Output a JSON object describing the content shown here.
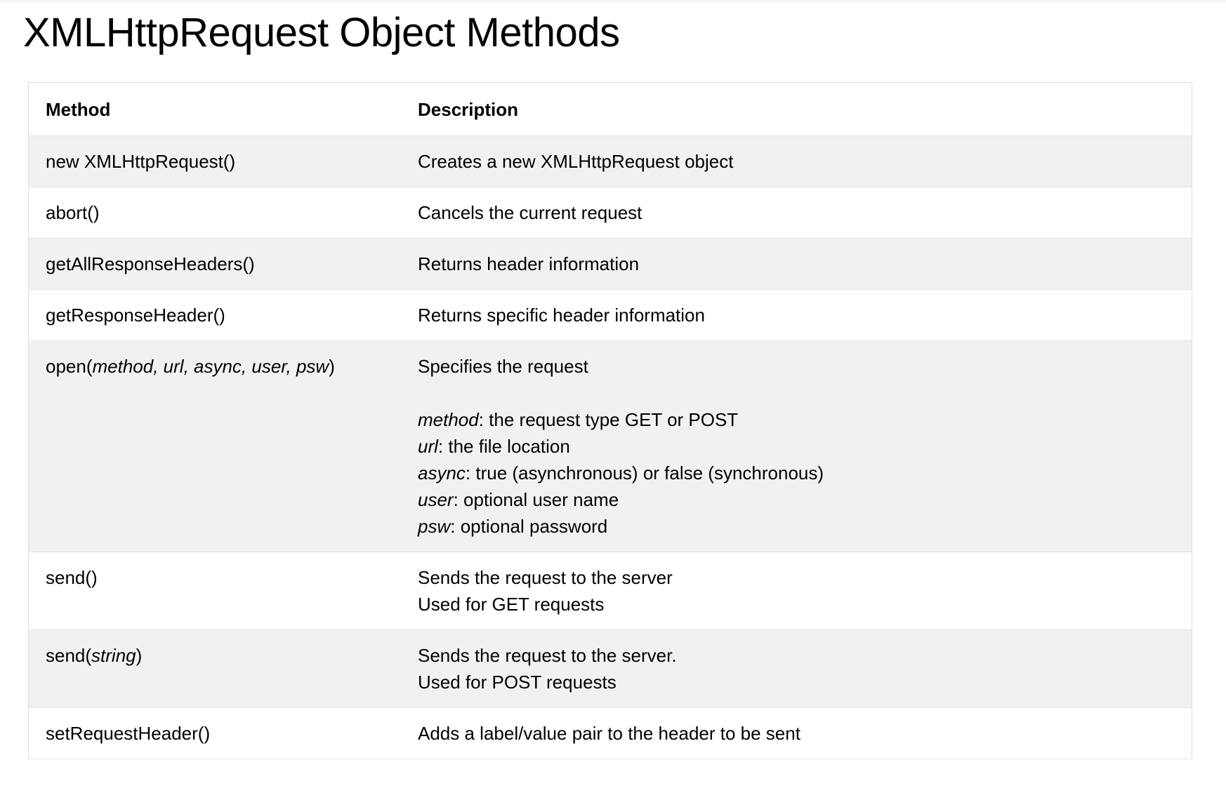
{
  "page": {
    "title": "XMLHttpRequest Object Methods"
  },
  "table": {
    "columns": [
      {
        "key": "method",
        "label": "Method"
      },
      {
        "key": "description",
        "label": "Description"
      }
    ],
    "rows": [
      {
        "method_plain": "new XMLHttpRequest()",
        "method_parts": [
          {
            "text": "new XMLHttpRequest()",
            "italic": false
          }
        ],
        "description_lines": [
          [
            {
              "text": "Creates a new XMLHttpRequest object",
              "italic": false
            }
          ]
        ]
      },
      {
        "method_plain": "abort()",
        "method_parts": [
          {
            "text": "abort()",
            "italic": false
          }
        ],
        "description_lines": [
          [
            {
              "text": "Cancels the current request",
              "italic": false
            }
          ]
        ]
      },
      {
        "method_plain": "getAllResponseHeaders()",
        "method_parts": [
          {
            "text": "getAllResponseHeaders()",
            "italic": false
          }
        ],
        "description_lines": [
          [
            {
              "text": "Returns header information",
              "italic": false
            }
          ]
        ]
      },
      {
        "method_plain": "getResponseHeader()",
        "method_parts": [
          {
            "text": "getResponseHeader()",
            "italic": false
          }
        ],
        "description_lines": [
          [
            {
              "text": "Returns specific header information",
              "italic": false
            }
          ]
        ]
      },
      {
        "method_plain": "open(method, url, async, user, psw)",
        "method_parts": [
          {
            "text": "open(",
            "italic": false
          },
          {
            "text": "method, url, async, user, psw",
            "italic": true
          },
          {
            "text": ")",
            "italic": false
          }
        ],
        "description_lines": [
          [
            {
              "text": "Specifies the request",
              "italic": false
            }
          ],
          "GAP",
          [
            {
              "text": "method",
              "italic": true
            },
            {
              "text": ": the request type GET or POST",
              "italic": false
            }
          ],
          [
            {
              "text": "url",
              "italic": true
            },
            {
              "text": ": the file location",
              "italic": false
            }
          ],
          [
            {
              "text": "async",
              "italic": true
            },
            {
              "text": ": true (asynchronous) or false (synchronous)",
              "italic": false
            }
          ],
          [
            {
              "text": "user",
              "italic": true
            },
            {
              "text": ": optional user name",
              "italic": false
            }
          ],
          [
            {
              "text": "psw",
              "italic": true
            },
            {
              "text": ": optional password",
              "italic": false
            }
          ]
        ]
      },
      {
        "method_plain": "send()",
        "method_parts": [
          {
            "text": "send()",
            "italic": false
          }
        ],
        "description_lines": [
          [
            {
              "text": "Sends the request to the server",
              "italic": false
            }
          ],
          [
            {
              "text": "Used for GET requests",
              "italic": false
            }
          ]
        ]
      },
      {
        "method_plain": "send(string)",
        "method_parts": [
          {
            "text": "send(",
            "italic": false
          },
          {
            "text": "string",
            "italic": true
          },
          {
            "text": ")",
            "italic": false
          }
        ],
        "description_lines": [
          [
            {
              "text": "Sends the request to the server.",
              "italic": false
            }
          ],
          [
            {
              "text": "Used for POST requests",
              "italic": false
            }
          ]
        ]
      },
      {
        "method_plain": "setRequestHeader()",
        "method_parts": [
          {
            "text": "setRequestHeader()",
            "italic": false
          }
        ],
        "description_lines": [
          [
            {
              "text": "Adds a label/value pair to the header to be sent",
              "italic": false
            }
          ]
        ]
      }
    ]
  },
  "colors": {
    "page_background": "#ffffff",
    "text": "#000000",
    "row_stripe": "#f1f1f1",
    "table_border": "#dddddd",
    "row_border": "#e4e4e4"
  }
}
